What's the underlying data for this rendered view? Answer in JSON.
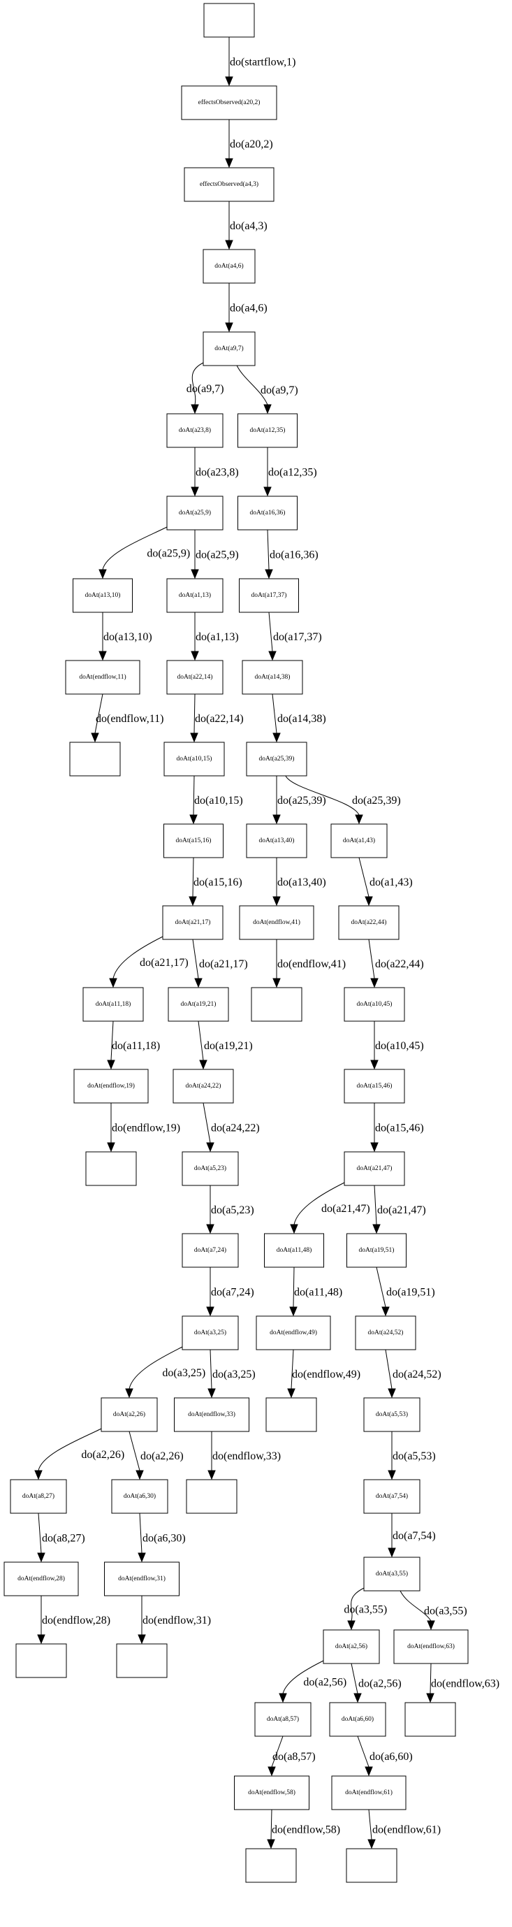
{
  "diagram": {
    "type": "directed-graph",
    "nodes": [
      {
        "id": "n0",
        "label": ""
      },
      {
        "id": "n1",
        "label": "effectsObserved(a20,2)"
      },
      {
        "id": "n2",
        "label": "effectsObserved(a4,3)"
      },
      {
        "id": "n3",
        "label": "doAt(a4,6)"
      },
      {
        "id": "n4",
        "label": "doAt(a9,7)"
      },
      {
        "id": "n5",
        "label": "doAt(a23,8)"
      },
      {
        "id": "n6",
        "label": "doAt(a12,35)"
      },
      {
        "id": "n7",
        "label": "doAt(a25,9)"
      },
      {
        "id": "n8",
        "label": "doAt(a16,36)"
      },
      {
        "id": "n9",
        "label": "doAt(a13,10)"
      },
      {
        "id": "n10",
        "label": "doAt(a1,13)"
      },
      {
        "id": "n11",
        "label": "doAt(a17,37)"
      },
      {
        "id": "n12",
        "label": "doAt(endflow,11)"
      },
      {
        "id": "n13",
        "label": "doAt(a22,14)"
      },
      {
        "id": "n14",
        "label": "doAt(a14,38)"
      },
      {
        "id": "n15",
        "label": ""
      },
      {
        "id": "n16",
        "label": "doAt(a10,15)"
      },
      {
        "id": "n17",
        "label": "doAt(a25,39)"
      },
      {
        "id": "n18",
        "label": "doAt(a15,16)"
      },
      {
        "id": "n19",
        "label": "doAt(a13,40)"
      },
      {
        "id": "n20",
        "label": "doAt(a1,43)"
      },
      {
        "id": "n21",
        "label": "doAt(a21,17)"
      },
      {
        "id": "n22",
        "label": "doAt(endflow,41)"
      },
      {
        "id": "n23",
        "label": "doAt(a22,44)"
      },
      {
        "id": "n24",
        "label": "doAt(a11,18)"
      },
      {
        "id": "n25",
        "label": "doAt(a19,21)"
      },
      {
        "id": "n26",
        "label": ""
      },
      {
        "id": "n27",
        "label": "doAt(a10,45)"
      },
      {
        "id": "n28",
        "label": "doAt(endflow,19)"
      },
      {
        "id": "n29",
        "label": "doAt(a24,22)"
      },
      {
        "id": "n30",
        "label": "doAt(a15,46)"
      },
      {
        "id": "n31",
        "label": ""
      },
      {
        "id": "n32",
        "label": "doAt(a5,23)"
      },
      {
        "id": "n33",
        "label": "doAt(a21,47)"
      },
      {
        "id": "n34",
        "label": "doAt(a7,24)"
      },
      {
        "id": "n35",
        "label": "doAt(a11,48)"
      },
      {
        "id": "n36",
        "label": "doAt(a19,51)"
      },
      {
        "id": "n37",
        "label": "doAt(a3,25)"
      },
      {
        "id": "n38",
        "label": "doAt(endflow,49)"
      },
      {
        "id": "n39",
        "label": "doAt(a24,52)"
      },
      {
        "id": "n40",
        "label": "doAt(a2,26)"
      },
      {
        "id": "n41",
        "label": "doAt(endflow,33)"
      },
      {
        "id": "n42",
        "label": ""
      },
      {
        "id": "n43",
        "label": "doAt(a5,53)"
      },
      {
        "id": "n44",
        "label": "doAt(a8,27)"
      },
      {
        "id": "n45",
        "label": "doAt(a6,30)"
      },
      {
        "id": "n46",
        "label": ""
      },
      {
        "id": "n47",
        "label": "doAt(a7,54)"
      },
      {
        "id": "n48",
        "label": "doAt(endflow,28)"
      },
      {
        "id": "n49",
        "label": "doAt(endflow,31)"
      },
      {
        "id": "n50",
        "label": "doAt(a3,55)"
      },
      {
        "id": "n51",
        "label": ""
      },
      {
        "id": "n52",
        "label": ""
      },
      {
        "id": "n53",
        "label": "doAt(a2,56)"
      },
      {
        "id": "n54",
        "label": "doAt(endflow,63)"
      },
      {
        "id": "n55",
        "label": "doAt(a8,57)"
      },
      {
        "id": "n56",
        "label": "doAt(a6,60)"
      },
      {
        "id": "n57",
        "label": ""
      },
      {
        "id": "n58",
        "label": "doAt(endflow,58)"
      },
      {
        "id": "n59",
        "label": "doAt(endflow,61)"
      },
      {
        "id": "n60",
        "label": ""
      },
      {
        "id": "n61",
        "label": ""
      }
    ],
    "edges": [
      {
        "from": "n0",
        "to": "n1",
        "label": "do(startflow,1)"
      },
      {
        "from": "n1",
        "to": "n2",
        "label": "do(a20,2)"
      },
      {
        "from": "n2",
        "to": "n3",
        "label": "do(a4,3)"
      },
      {
        "from": "n3",
        "to": "n4",
        "label": "do(a4,6)"
      },
      {
        "from": "n4",
        "to": "n5",
        "label": "do(a9,7)"
      },
      {
        "from": "n4",
        "to": "n6",
        "label": "do(a9,7)"
      },
      {
        "from": "n5",
        "to": "n7",
        "label": "do(a23,8)"
      },
      {
        "from": "n6",
        "to": "n8",
        "label": "do(a12,35)"
      },
      {
        "from": "n7",
        "to": "n9",
        "label": "do(a25,9)"
      },
      {
        "from": "n7",
        "to": "n10",
        "label": "do(a25,9)"
      },
      {
        "from": "n8",
        "to": "n11",
        "label": "do(a16,36)"
      },
      {
        "from": "n9",
        "to": "n12",
        "label": "do(a13,10)"
      },
      {
        "from": "n10",
        "to": "n13",
        "label": "do(a1,13)"
      },
      {
        "from": "n11",
        "to": "n14",
        "label": "do(a17,37)"
      },
      {
        "from": "n12",
        "to": "n15",
        "label": "do(endflow,11)"
      },
      {
        "from": "n13",
        "to": "n16",
        "label": "do(a22,14)"
      },
      {
        "from": "n14",
        "to": "n17",
        "label": "do(a14,38)"
      },
      {
        "from": "n16",
        "to": "n18",
        "label": "do(a10,15)"
      },
      {
        "from": "n17",
        "to": "n19",
        "label": "do(a25,39)"
      },
      {
        "from": "n17",
        "to": "n20",
        "label": "do(a25,39)"
      },
      {
        "from": "n18",
        "to": "n21",
        "label": "do(a15,16)"
      },
      {
        "from": "n19",
        "to": "n22",
        "label": "do(a13,40)"
      },
      {
        "from": "n20",
        "to": "n23",
        "label": "do(a1,43)"
      },
      {
        "from": "n21",
        "to": "n24",
        "label": "do(a21,17)"
      },
      {
        "from": "n21",
        "to": "n25",
        "label": "do(a21,17)"
      },
      {
        "from": "n22",
        "to": "n26",
        "label": "do(endflow,41)"
      },
      {
        "from": "n23",
        "to": "n27",
        "label": "do(a22,44)"
      },
      {
        "from": "n24",
        "to": "n28",
        "label": "do(a11,18)"
      },
      {
        "from": "n25",
        "to": "n29",
        "label": "do(a19,21)"
      },
      {
        "from": "n27",
        "to": "n30",
        "label": "do(a10,45)"
      },
      {
        "from": "n28",
        "to": "n31",
        "label": "do(endflow,19)"
      },
      {
        "from": "n29",
        "to": "n32",
        "label": "do(a24,22)"
      },
      {
        "from": "n30",
        "to": "n33",
        "label": "do(a15,46)"
      },
      {
        "from": "n32",
        "to": "n34",
        "label": "do(a5,23)"
      },
      {
        "from": "n33",
        "to": "n35",
        "label": "do(a21,47)"
      },
      {
        "from": "n33",
        "to": "n36",
        "label": "do(a21,47)"
      },
      {
        "from": "n34",
        "to": "n37",
        "label": "do(a7,24)"
      },
      {
        "from": "n35",
        "to": "n38",
        "label": "do(a11,48)"
      },
      {
        "from": "n36",
        "to": "n39",
        "label": "do(a19,51)"
      },
      {
        "from": "n37",
        "to": "n40",
        "label": "do(a3,25)"
      },
      {
        "from": "n37",
        "to": "n41",
        "label": "do(a3,25)"
      },
      {
        "from": "n38",
        "to": "n42",
        "label": "do(endflow,49)"
      },
      {
        "from": "n39",
        "to": "n43",
        "label": "do(a24,52)"
      },
      {
        "from": "n40",
        "to": "n44",
        "label": "do(a2,26)"
      },
      {
        "from": "n40",
        "to": "n45",
        "label": "do(a2,26)"
      },
      {
        "from": "n41",
        "to": "n46",
        "label": "do(endflow,33)"
      },
      {
        "from": "n43",
        "to": "n47",
        "label": "do(a5,53)"
      },
      {
        "from": "n44",
        "to": "n48",
        "label": "do(a8,27)"
      },
      {
        "from": "n45",
        "to": "n49",
        "label": "do(a6,30)"
      },
      {
        "from": "n47",
        "to": "n50",
        "label": "do(a7,54)"
      },
      {
        "from": "n48",
        "to": "n51",
        "label": "do(endflow,28)"
      },
      {
        "from": "n49",
        "to": "n52",
        "label": "do(endflow,31)"
      },
      {
        "from": "n50",
        "to": "n53",
        "label": "do(a3,55)"
      },
      {
        "from": "n50",
        "to": "n54",
        "label": "do(a3,55)"
      },
      {
        "from": "n53",
        "to": "n55",
        "label": "do(a2,56)"
      },
      {
        "from": "n53",
        "to": "n56",
        "label": "do(a2,56)"
      },
      {
        "from": "n54",
        "to": "n57",
        "label": "do(endflow,63)"
      },
      {
        "from": "n55",
        "to": "n58",
        "label": "do(a8,57)"
      },
      {
        "from": "n56",
        "to": "n59",
        "label": "do(a6,60)"
      },
      {
        "from": "n58",
        "to": "n60",
        "label": "do(endflow,58)"
      },
      {
        "from": "n59",
        "to": "n61",
        "label": "do(endflow,61)"
      }
    ]
  }
}
